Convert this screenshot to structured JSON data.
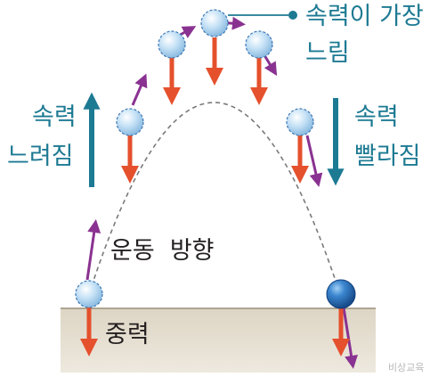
{
  "labels": {
    "top_line1": "속력이 가장",
    "top_line2": "느림",
    "left_line1": "속력",
    "left_line2": "느려짐",
    "right_line1": "속력",
    "right_line2": "빨라짐",
    "motion": "운동  방향",
    "gravity": "중력"
  },
  "watermark": "비상교육",
  "colors": {
    "teal": "#1d7a93",
    "gravity_arrow": "#e5502d",
    "velocity_arrow": "#8a3291",
    "ground": "#e3dccd",
    "ball_light": "#b8d9f1",
    "ball_dark": "#1f5fa8",
    "path": "#777777"
  }
}
